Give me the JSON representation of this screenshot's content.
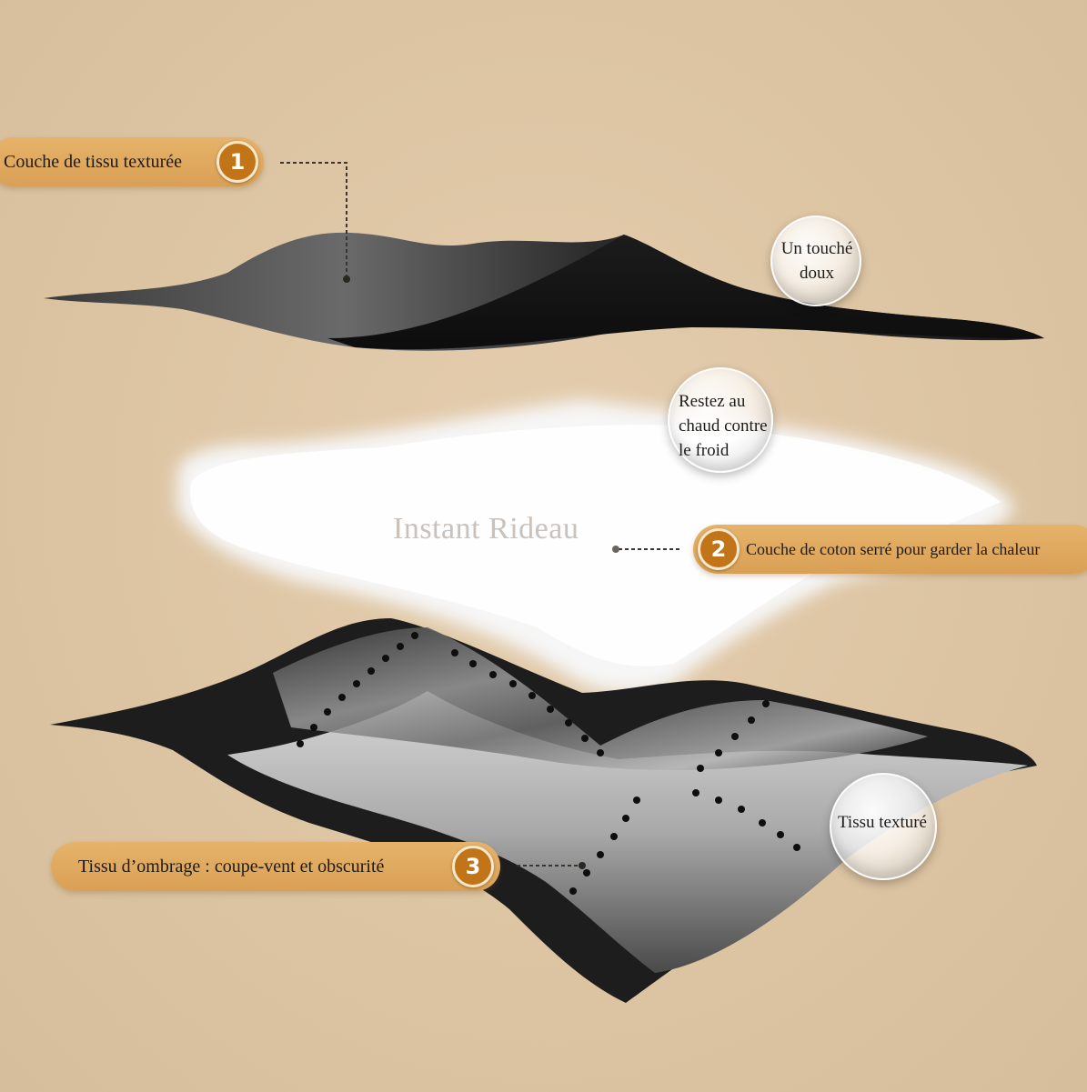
{
  "labels": {
    "layer1": "Couche de tissu texturée",
    "layer2": "Couche de coton serré pour garder la chaleur",
    "layer3": "Tissu d’ombrage : coupe-vent et obscurité"
  },
  "badges": {
    "one": "1",
    "two": "2",
    "three": "3"
  },
  "bubbles": {
    "soft": "Un touché\ndoux",
    "warm": "Restez au\nchaud contre\nle froid",
    "textured": "Tissu texturé"
  },
  "watermark": "Instant Rideau",
  "colors": {
    "background": "#dcc4a2",
    "pill": "#e0aa60",
    "badge": "#c17418"
  }
}
